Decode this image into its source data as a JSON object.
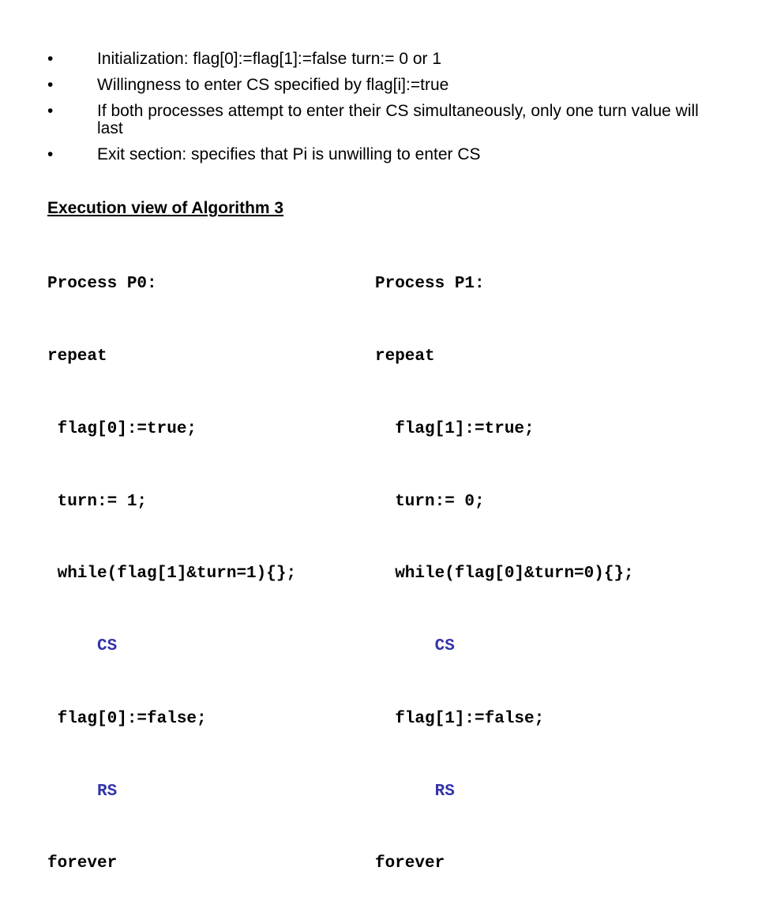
{
  "bullets": [
    "Initialization: flag[0]:=flag[1]:=false turn:= 0 or 1",
    "Willingness to enter CS specified by flag[i]:=true",
    "If both processes attempt to enter their CS simultaneously, only one turn value will last",
    "Exit section: specifies that Pi is unwilling to enter CS"
  ],
  "bullet_glyph": "•",
  "section_title": "Execution view of Algorithm 3",
  "accent_color": "#3333aa",
  "processes": [
    {
      "lines": [
        "Process P0:",
        "repeat",
        " flag[0]:=true;",
        " turn:= 1;",
        " while(flag[1]&turn=1){};",
        "     CS",
        " flag[0]:=false;",
        "     RS",
        "forever"
      ]
    },
    {
      "lines": [
        "Process P1:",
        "repeat",
        "  flag[1]:=true;",
        "  turn:= 0;",
        "  while(flag[0]&turn=0){};",
        "      CS",
        "  flag[1]:=false;",
        "      RS",
        "forever"
      ]
    }
  ]
}
